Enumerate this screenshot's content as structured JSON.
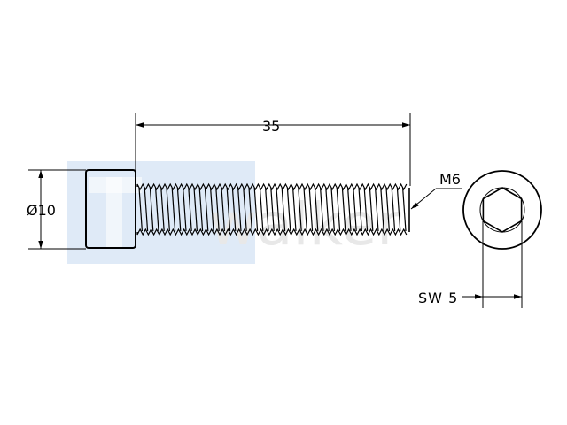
{
  "watermark": {
    "text": "walker",
    "box_color": "#d6e6f7",
    "text_color": "#e6e6e6"
  },
  "dimensions": {
    "length": "35",
    "diameter": "Ø10",
    "thread": "M6",
    "wrench_size": "SW 5"
  },
  "colors": {
    "line": "#000000",
    "background": "#ffffff"
  }
}
